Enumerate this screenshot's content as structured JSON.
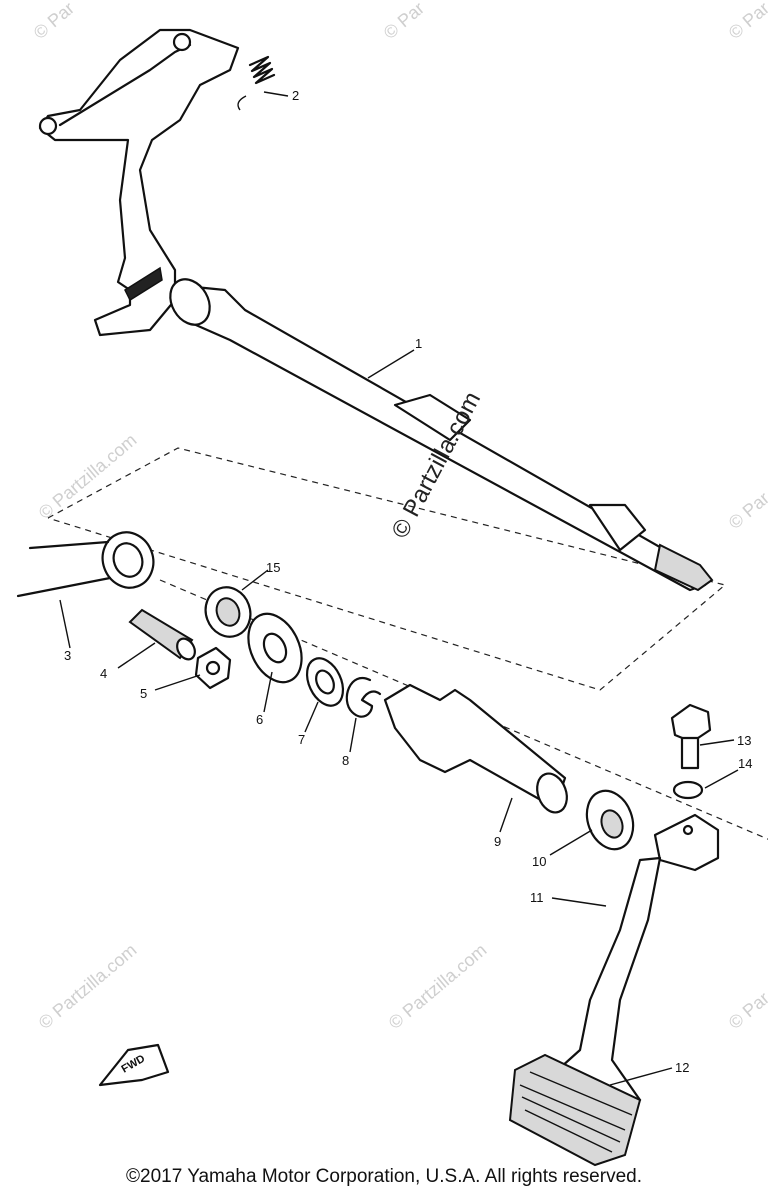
{
  "callouts": {
    "c1": "1",
    "c2": "2",
    "c3": "3",
    "c4": "4",
    "c5": "5",
    "c6": "6",
    "c7": "7",
    "c8": "8",
    "c9": "9",
    "c10": "10",
    "c11": "11",
    "c12": "12",
    "c13": "13",
    "c14": "14",
    "c15": "15"
  },
  "watermark": {
    "main": "© Partzilla.com",
    "small": "© Partzilla.com",
    "corner": "© Par"
  },
  "fwd_label": "FWD",
  "copyright": "©2017 Yamaha Motor Corporation, U.S.A. All rights reserved."
}
